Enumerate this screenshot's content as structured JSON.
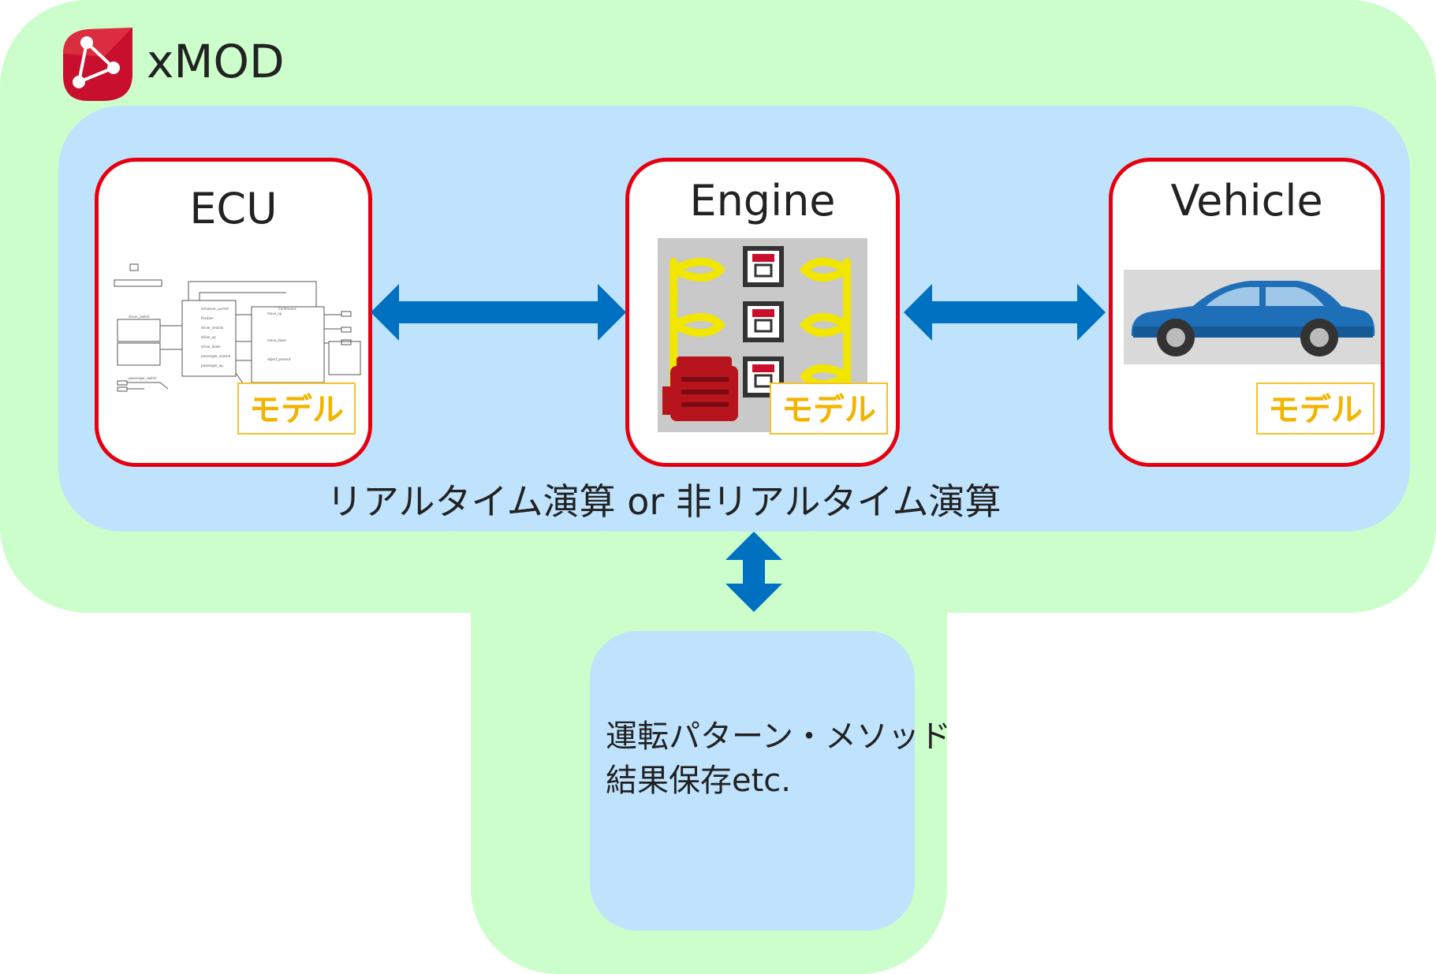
{
  "logo": {
    "text": "xMOD",
    "icon": "xmod-logo-icon",
    "color": "#c8102e"
  },
  "cards": [
    {
      "title": "ECU",
      "model_label": "モデル"
    },
    {
      "title": "Engine",
      "model_label": "モデル"
    },
    {
      "title": "Vehicle",
      "model_label": "モデル"
    }
  ],
  "mode_text": "リアルタイム演算 or 非リアルタイム演算",
  "bottom_box": {
    "line1": "運転パターン・メソッド",
    "line2": "結果保存etc."
  },
  "colors": {
    "outer_green": "#ccfecb",
    "inner_blue": "#bfe3fd",
    "card_border": "#e6000f",
    "arrow": "#0070c0",
    "model_label": "#f3b400"
  }
}
